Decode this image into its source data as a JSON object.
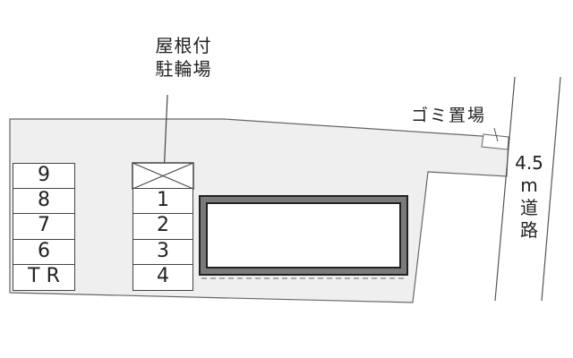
{
  "labels": {
    "roofed_bicycle_parking_line1": "屋根付",
    "roofed_bicycle_parking_line2": "駐輪場",
    "garbage_area": "ゴミ置場",
    "road_width": "4.5",
    "road_unit": "m",
    "road_line1": "道",
    "road_line2": "路"
  },
  "parking_left": [
    "9",
    "8",
    "7",
    "6",
    "T R"
  ],
  "parking_middle": [
    "",
    "1",
    "2",
    "3",
    "4"
  ],
  "colors": {
    "lot_fill": "#efefef",
    "outline": "#555555",
    "building_border": "#7a7a7a",
    "building_inner": "#ffffff"
  }
}
